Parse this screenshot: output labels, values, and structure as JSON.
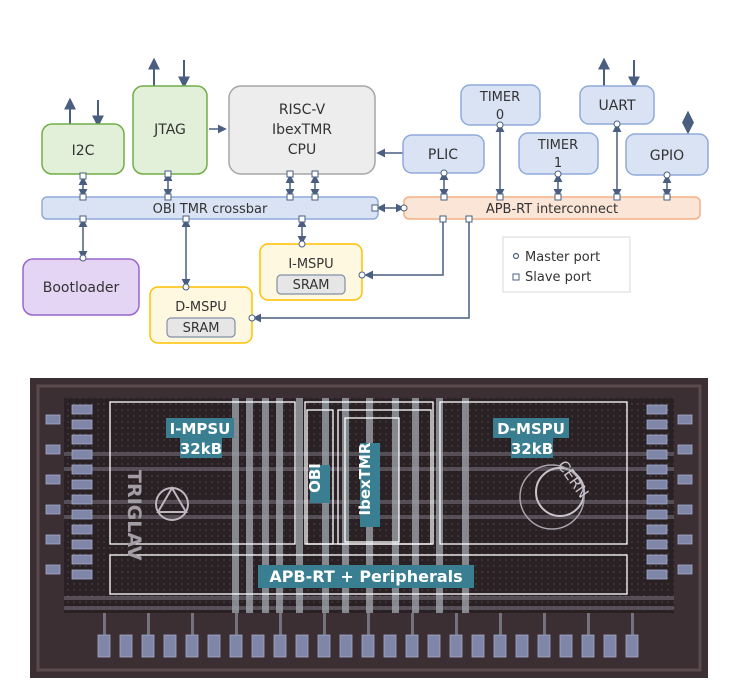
{
  "diagram": {
    "blocks": {
      "i2c": "I2C",
      "jtag": "JTAG",
      "cpu": [
        "RISC-V",
        "IbexTMR",
        "CPU"
      ],
      "timer0": [
        "TIMER",
        "0"
      ],
      "timer1": [
        "TIMER",
        "1"
      ],
      "uart": "UART",
      "plic": "PLIC",
      "gpio": "GPIO",
      "obi": "OBI TMR crossbar",
      "apb": "APB-RT interconnect",
      "bootloader": "Bootloader",
      "imspu": "I-MSPU",
      "imspu_sram": "SRAM",
      "dmspu": "D-MSPU",
      "dmspu_sram": "SRAM"
    },
    "legend": {
      "master": "Master port",
      "slave": "Slave port"
    },
    "colors": {
      "green_fill": "#e2f0d9",
      "green_stroke": "#70ad47",
      "grey_fill": "#ededed",
      "grey_stroke": "#a6a6a6",
      "blue_fill": "#dae3f3",
      "blue_stroke": "#8faadc",
      "orange_fill": "#fbe5d6",
      "orange_stroke": "#f4b183",
      "purple_fill": "#e4d5f5",
      "purple_stroke": "#9966cc",
      "yellow_fill": "#fff8e0",
      "yellow_stroke": "#ffc000",
      "arrow": "#4a5f80"
    }
  },
  "chip": {
    "labels": {
      "imspu": [
        "I-MPSU",
        "32kB"
      ],
      "dmspu": [
        "D-MSPU",
        "32kB"
      ],
      "obi": "OBI",
      "ibex": "IbexTMR",
      "apb": "APB-RT + Peripherals"
    },
    "logos": {
      "triglav": "TRIGLAV",
      "cern": "CERN"
    }
  }
}
